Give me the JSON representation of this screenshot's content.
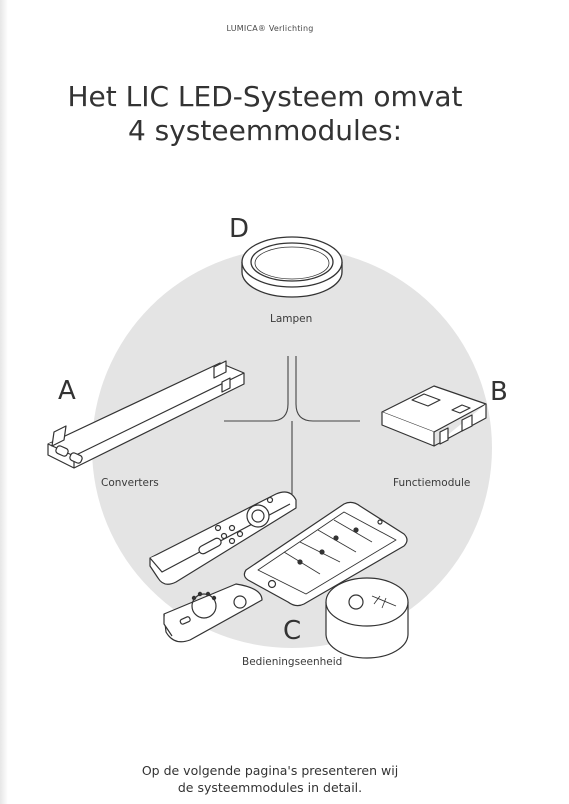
{
  "header": {
    "brand_label": "LUMICA® Verlichting"
  },
  "title": {
    "line1": "Het LIC LED-Systeem omvat",
    "line2": "4 systeemmodules:"
  },
  "modules": {
    "a": {
      "letter": "A",
      "label": "Converters"
    },
    "b": {
      "letter": "B",
      "label": "Functiemodule"
    },
    "c": {
      "letter": "C",
      "label": "Bedieningseenheid"
    },
    "d": {
      "letter": "D",
      "label": "Lampen"
    }
  },
  "footer": {
    "line1": "Op de volgende pagina's presenteren wij",
    "line2": "de systeemmodules in detail."
  },
  "colors": {
    "circle": "#e4e4e4",
    "lines": "#444444",
    "text": "#333333"
  }
}
